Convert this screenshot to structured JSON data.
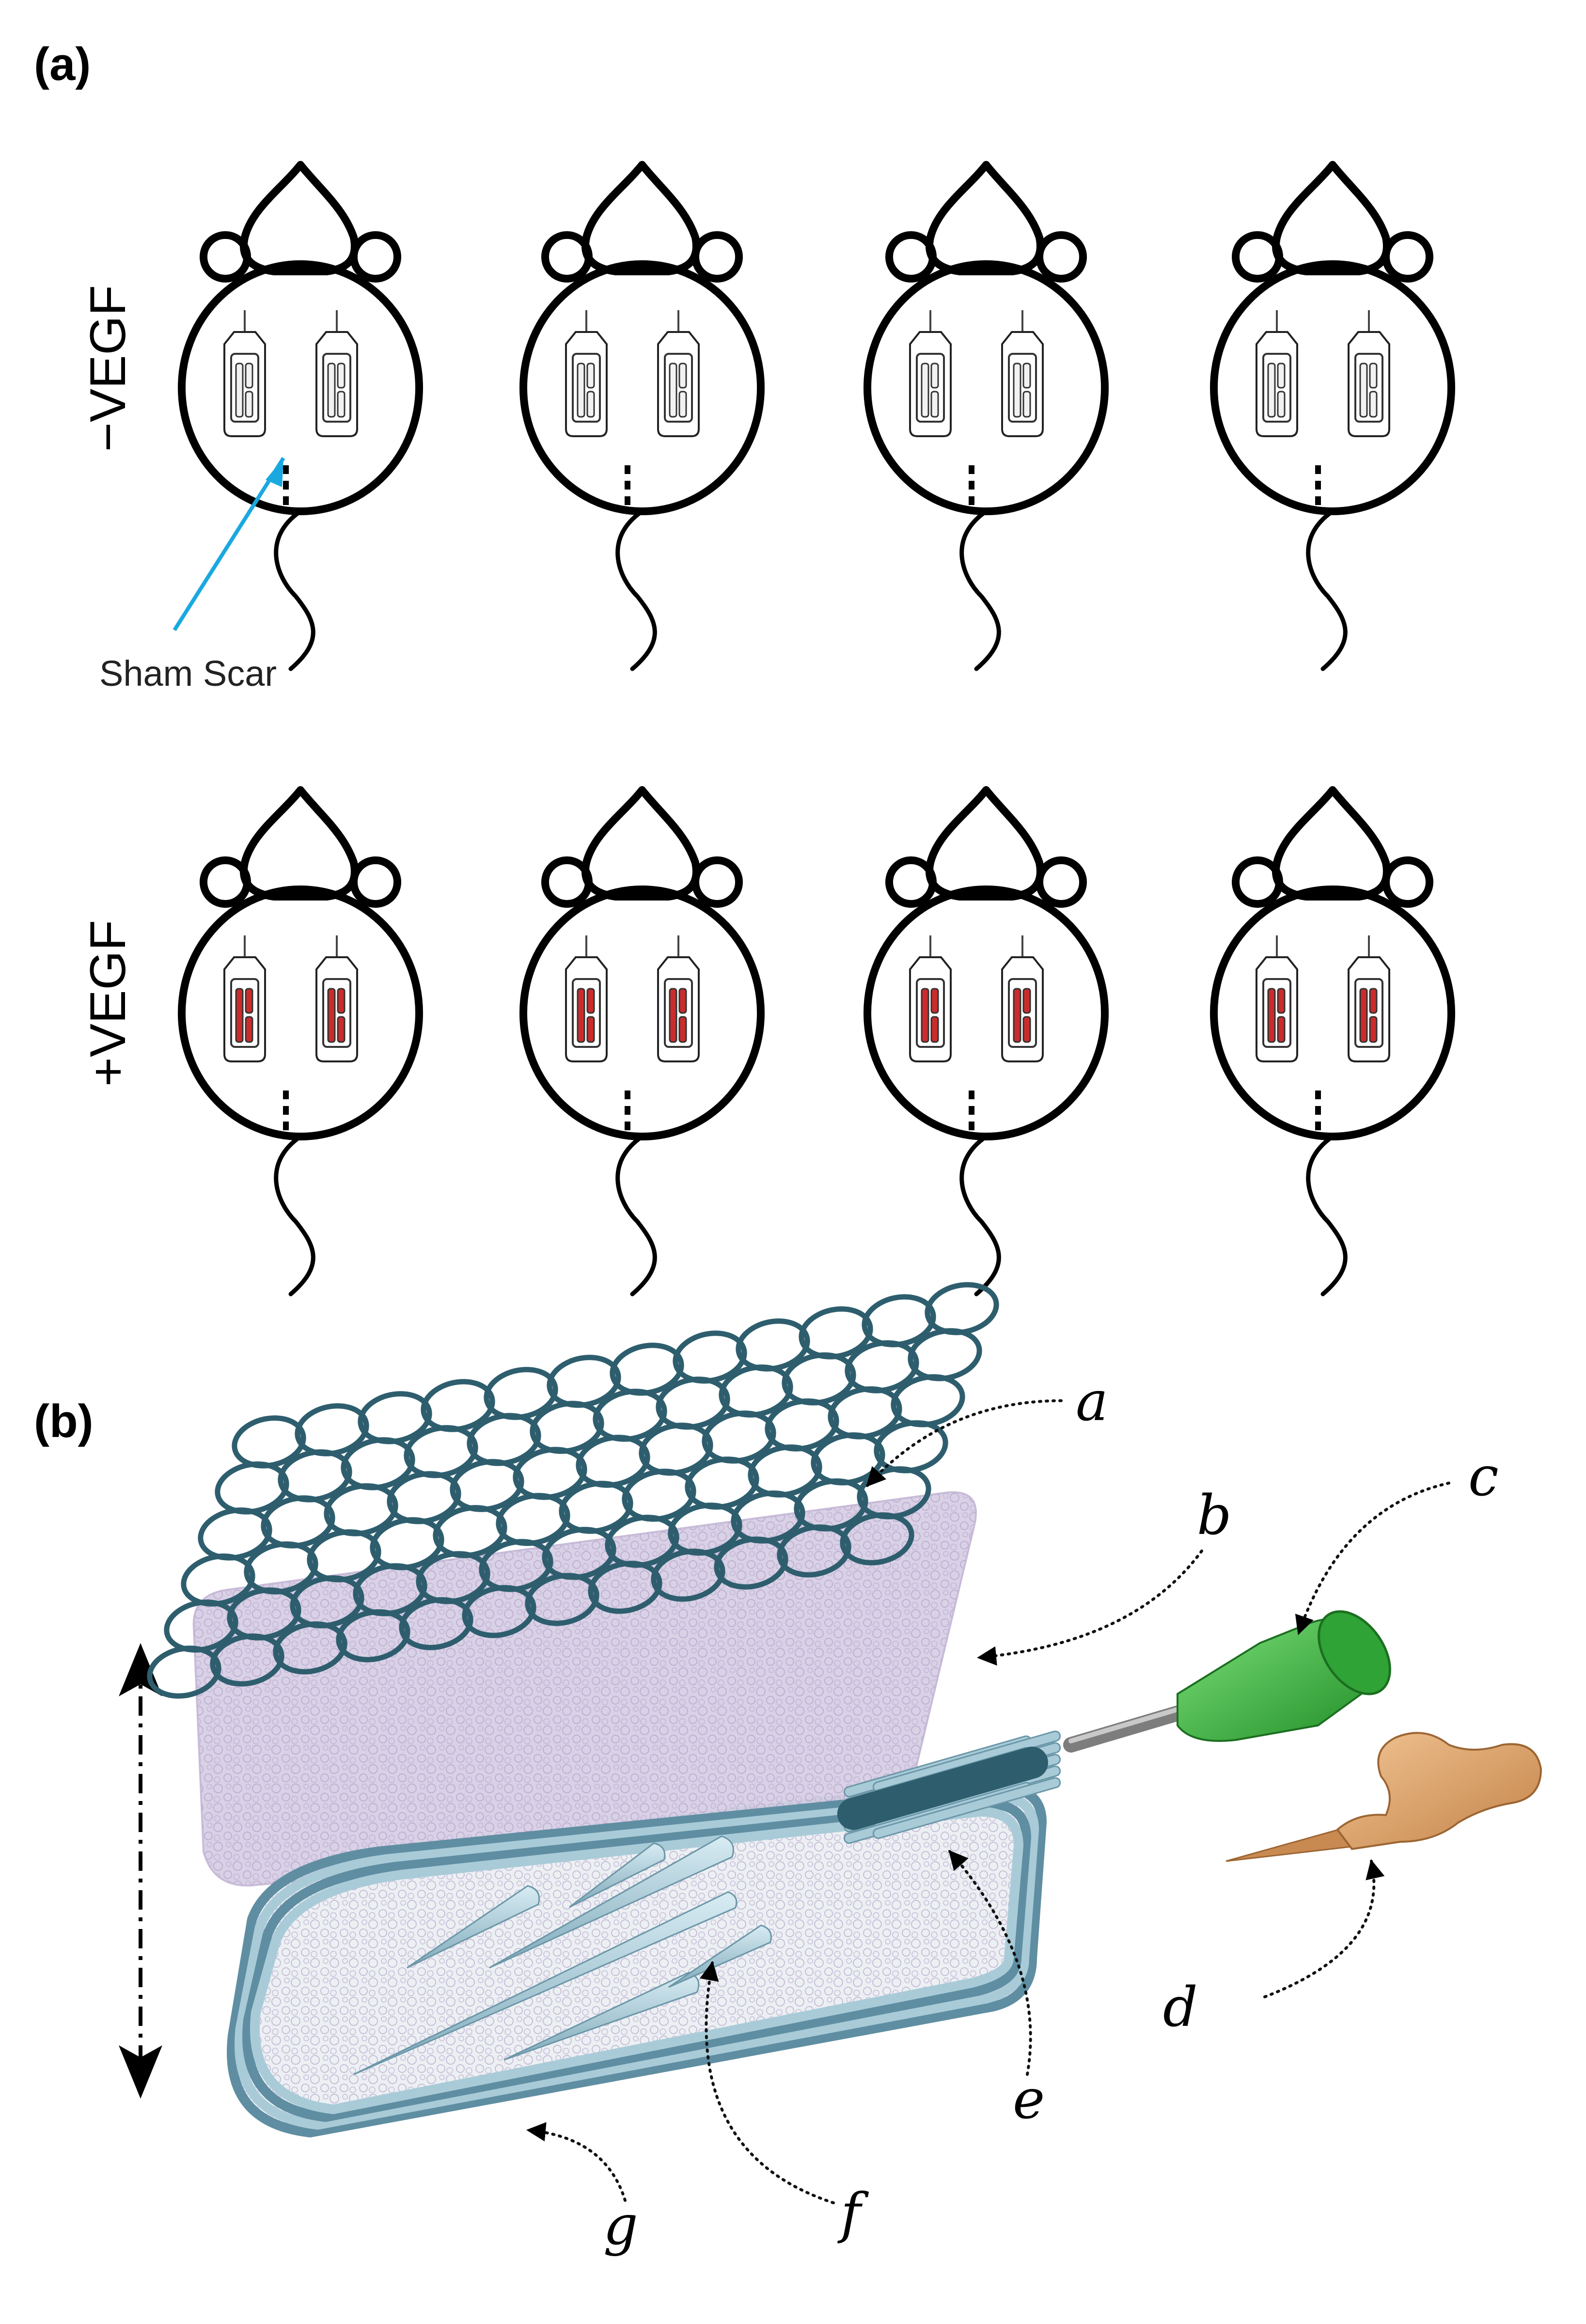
{
  "panel_a": {
    "label": "(a)",
    "rows": [
      {
        "label": "−VEGF",
        "device_fill": "#f2f2f2"
      },
      {
        "label": "+VEGF",
        "device_fill": "#cc2b2b"
      }
    ],
    "annotation": {
      "text": "Sham Scar",
      "color": "#1aa8e0"
    }
  },
  "panel_b": {
    "label": "(b)",
    "callouts": [
      "a",
      "b",
      "c",
      "d",
      "e",
      "f",
      "g"
    ],
    "colors": {
      "mesh": "#2e5e6e",
      "membrane": "#d9d1e6",
      "frame": "#a9cbd8",
      "needle_hub": "#3ab43c",
      "plug": "#d9a06a"
    }
  }
}
